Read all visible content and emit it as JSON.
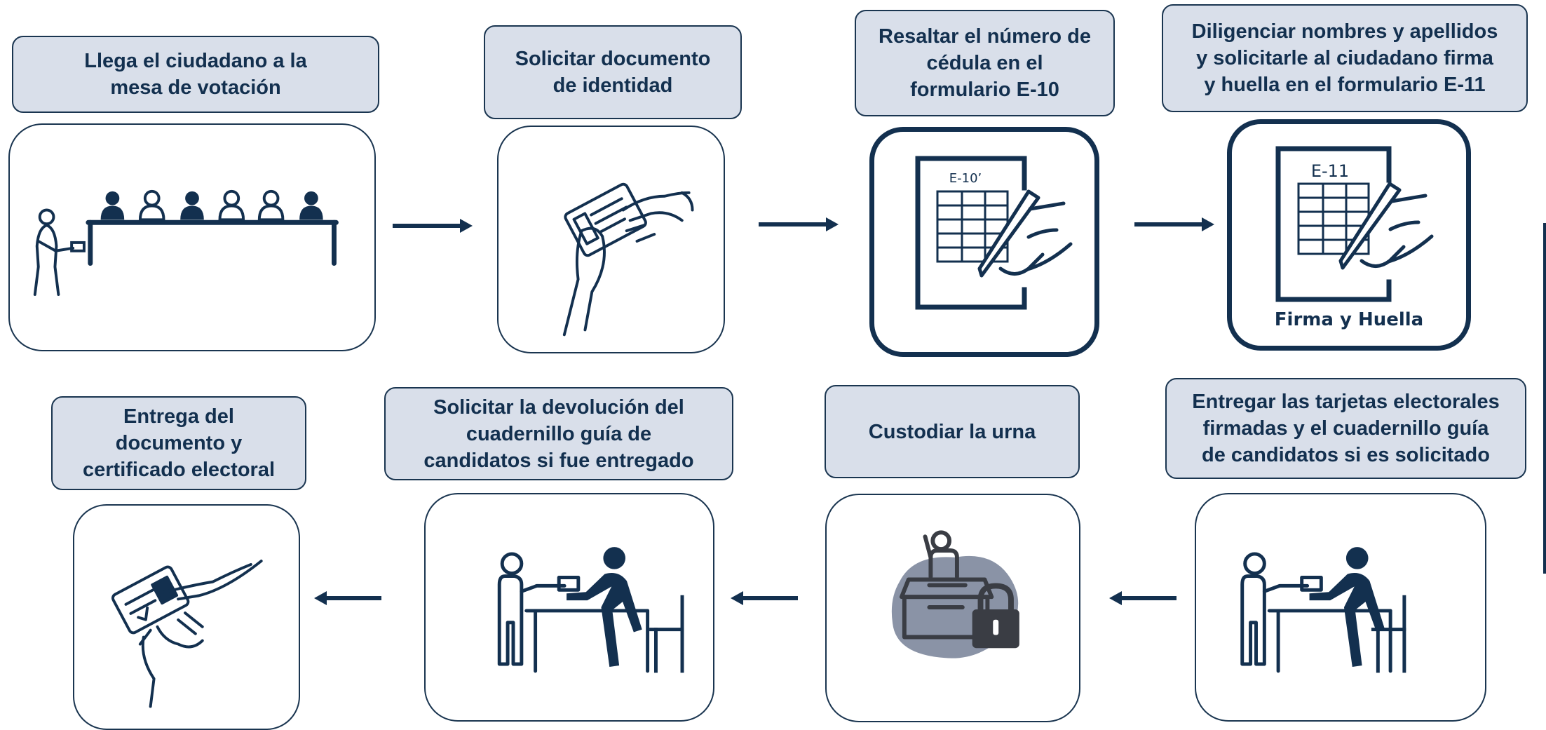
{
  "colors": {
    "navy": "#13304f",
    "label_bg": "#d9dfea",
    "border": "#1a3550",
    "urn_blob": "#8a93a6",
    "urn_dark": "#3a3d44"
  },
  "steps": [
    {
      "label": "Llega el ciudadano  a la\nmesa de votación",
      "icon": "people-at-table-icon"
    },
    {
      "label": "Solicitar documento\nde identidad",
      "icon": "id-card-handover-icon"
    },
    {
      "label": "Resaltar  el número de\ncédula en  el\nformulario E-10",
      "icon": "form-writing-icon",
      "form_code": "E-10’"
    },
    {
      "label": "Diligenciar nombres y apellidos\ny solicitarle al ciudadano  firma\ny huella en el formulario E-11",
      "icon": "form-writing-icon",
      "form_code": "E-11",
      "caption": "Firma y Huella"
    },
    {
      "label": "Entregar las tarjetas electorales\nfirmadas  y  el cuadernillo guía\nde candidatos si es solicitado",
      "icon": "handover-at-desk-icon"
    },
    {
      "label": "Custodiar la urna",
      "icon": "locked-ballot-box-icon"
    },
    {
      "label": "Solicitar la devolución del\ncuadernillo guía de\ncandidatos  si fue entregado",
      "icon": "handover-at-desk-icon"
    },
    {
      "label": "Entrega  del\ndocumento  y\ncertificado electoral",
      "icon": "id-card-return-icon"
    }
  ]
}
